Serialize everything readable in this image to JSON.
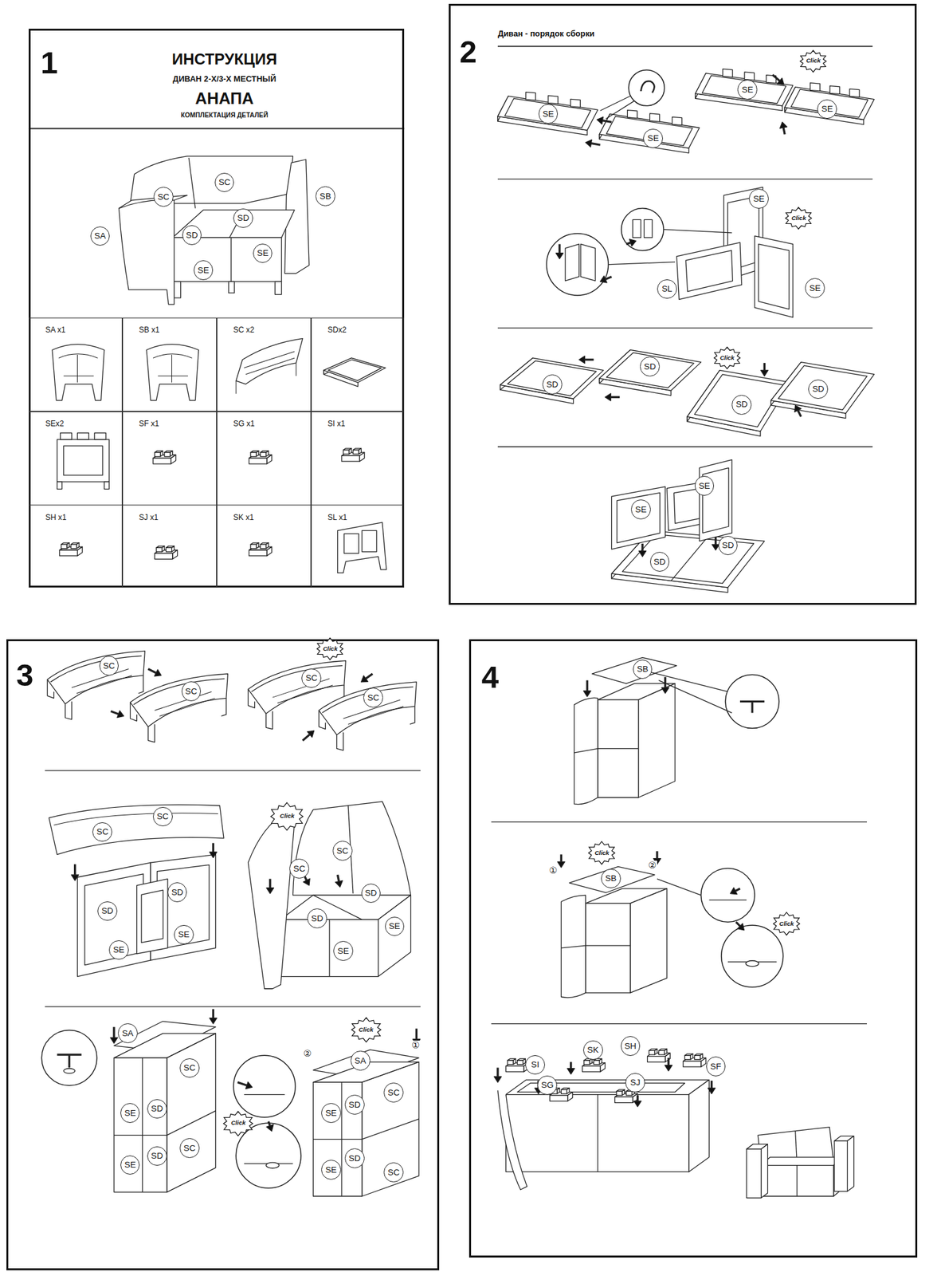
{
  "diagram": {
    "nodes": [
      {
        "text": [
          "1",
          "ИНСТРУКЦИЯ",
          "ДИВАН 2-Х/3-Х МЕСТНЫЙ",
          "АНАПА",
          "КОМПЛЕКТАЦИЯ ДЕТАЛЕЙ"
        ]
      },
      {
        "text": [
          "SC"
        ],
        "in": 0
      },
      {
        "text": [
          "SC"
        ],
        "in": 0
      },
      {
        "text": [
          "SB"
        ],
        "in": 0
      },
      {
        "text": [
          "SD"
        ],
        "in": 0
      },
      {
        "text": [
          "SA"
        ],
        "in": 0
      },
      {
        "text": [
          "SD"
        ],
        "in": 0
      },
      {
        "text": [
          "SE"
        ],
        "in": 0
      },
      {
        "text": [
          "SE"
        ],
        "in": 0
      },
      {
        "text": [
          "SA x1"
        ],
        "in": 0
      },
      {
        "text": [
          "SB x1"
        ],
        "in": 0
      },
      {
        "text": [
          "SC x2"
        ],
        "in": 0
      },
      {
        "text": [
          "SDx2"
        ],
        "in": 0
      },
      {
        "text": [
          "SEx2"
        ],
        "in": 0
      },
      {
        "text": [
          "SF x1"
        ],
        "in": 0
      },
      {
        "text": [
          "SG x1"
        ],
        "in": 0
      },
      {
        "text": [
          "SI x1"
        ],
        "in": 0
      },
      {
        "text": [
          "SH x1"
        ],
        "in": 0
      },
      {
        "text": [
          "SJ x1"
        ],
        "in": 0
      },
      {
        "text": [
          "SK x1"
        ],
        "in": 0
      },
      {
        "text": [
          "SL x1"
        ],
        "in": 0
      },
      {
        "text": [
          "2",
          "Диван - порядок сборки"
        ]
      },
      {
        "text": [
          "SE"
        ],
        "in": 21
      },
      {
        "text": [
          "SE"
        ],
        "in": 21
      },
      {
        "text": [
          "Click"
        ],
        "in": 21
      },
      {
        "text": [
          "SE"
        ],
        "in": 21
      },
      {
        "text": [
          "SE"
        ],
        "in": 21
      },
      {
        "text": [
          "SE"
        ],
        "in": 21
      },
      {
        "text": [
          "Click"
        ],
        "in": 21
      },
      {
        "text": [
          "SL"
        ],
        "in": 21
      },
      {
        "text": [
          "SE"
        ],
        "in": 21
      },
      {
        "text": [
          "SD"
        ],
        "in": 21
      },
      {
        "text": [
          "SD"
        ],
        "in": 21
      },
      {
        "text": [
          "Click"
        ],
        "in": 21
      },
      {
        "text": [
          "SD"
        ],
        "in": 21
      },
      {
        "text": [
          "SD"
        ],
        "in": 21
      },
      {
        "text": [
          "SE"
        ],
        "in": 21
      },
      {
        "text": [
          "SE"
        ],
        "in": 21
      },
      {
        "text": [
          "SD"
        ],
        "in": 21
      },
      {
        "text": [
          "SD"
        ],
        "in": 21
      },
      {
        "text": [
          "3"
        ]
      },
      {
        "text": [
          "SC"
        ],
        "in": 40
      },
      {
        "text": [
          "SC"
        ],
        "in": 40
      },
      {
        "text": [
          "Click"
        ],
        "in": 40
      },
      {
        "text": [
          "SC"
        ],
        "in": 40
      },
      {
        "text": [
          "SC"
        ],
        "in": 40
      },
      {
        "text": [
          "SC"
        ],
        "in": 40
      },
      {
        "text": [
          "SC"
        ],
        "in": 40
      },
      {
        "text": [
          "SD"
        ],
        "in": 40
      },
      {
        "text": [
          "SD"
        ],
        "in": 40
      },
      {
        "text": [
          "SE"
        ],
        "in": 40
      },
      {
        "text": [
          "SE"
        ],
        "in": 40
      },
      {
        "text": [
          "Click"
        ],
        "in": 40
      },
      {
        "text": [
          "SC"
        ],
        "in": 40
      },
      {
        "text": [
          "SC"
        ],
        "in": 40
      },
      {
        "text": [
          "SD"
        ],
        "in": 40
      },
      {
        "text": [
          "SD"
        ],
        "in": 40
      },
      {
        "text": [
          "SE"
        ],
        "in": 40
      },
      {
        "text": [
          "SE"
        ],
        "in": 40
      },
      {
        "text": [
          "SA"
        ],
        "in": 40
      },
      {
        "text": [
          "SC"
        ],
        "in": 40
      },
      {
        "text": [
          "SD"
        ],
        "in": 40
      },
      {
        "text": [
          "SE"
        ],
        "in": 40
      },
      {
        "text": [
          "SC"
        ],
        "in": 40
      },
      {
        "text": [
          "SD"
        ],
        "in": 40
      },
      {
        "text": [
          "SE"
        ],
        "in": 40
      },
      {
        "text": [
          "Click"
        ],
        "in": 40
      },
      {
        "text": [
          "Click"
        ],
        "in": 40
      },
      {
        "text": [
          "SA"
        ],
        "in": 40
      },
      {
        "text": [
          "SC"
        ],
        "in": 40
      },
      {
        "text": [
          "SD"
        ],
        "in": 40
      },
      {
        "text": [
          "SE"
        ],
        "in": 40
      },
      {
        "text": [
          "SD"
        ],
        "in": 40
      },
      {
        "text": [
          "SE"
        ],
        "in": 40
      },
      {
        "text": [
          "SC"
        ],
        "in": 40
      },
      {
        "text": [
          "4"
        ]
      },
      {
        "text": [
          "SB"
        ],
        "in": 75
      },
      {
        "text": [
          "Click"
        ],
        "in": 75
      },
      {
        "text": [
          "Click"
        ],
        "in": 75
      },
      {
        "text": [
          "SB"
        ],
        "in": 75
      },
      {
        "text": [
          "SI"
        ],
        "in": 75
      },
      {
        "text": [
          "SK"
        ],
        "in": 75
      },
      {
        "text": [
          "SH"
        ],
        "in": 75
      },
      {
        "text": [
          "SG"
        ],
        "in": 75
      },
      {
        "text": [
          "SJ"
        ],
        "in": 75
      },
      {
        "text": [
          "SF"
        ],
        "in": 75
      }
    ],
    "labels": [
      "②",
      "①",
      "①",
      "②"
    ]
  }
}
